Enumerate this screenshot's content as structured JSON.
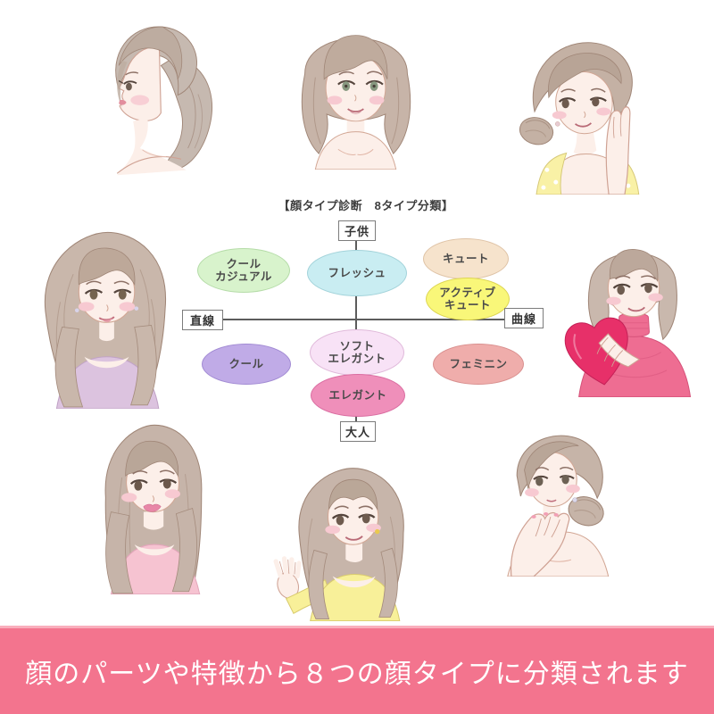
{
  "page": {
    "background": "#ffffff"
  },
  "illustrations": [
    {
      "name": "side-profile-ponytail-woman",
      "position": "top-left"
    },
    {
      "name": "bob-haircut-woman",
      "position": "top-center"
    },
    {
      "name": "updo-yellow-polkadot-top-woman",
      "position": "top-right"
    },
    {
      "name": "long-wavy-hair-lavender-top-woman",
      "position": "middle-left"
    },
    {
      "name": "bob-pink-sweater-holding-heart-woman",
      "position": "middle-right"
    },
    {
      "name": "long-straight-hair-pink-top-woman",
      "position": "bottom-left"
    },
    {
      "name": "wavy-hair-yellow-top-open-hand-woman",
      "position": "bottom-center"
    },
    {
      "name": "side-bun-hand-on-chin-woman",
      "position": "bottom-right"
    }
  ],
  "diagram": {
    "title": "【顔タイプ診断　8タイプ分類】",
    "axis_labels": {
      "top": "子供",
      "bottom": "大人",
      "left": "直線",
      "right": "曲線"
    },
    "axis_color": "#5c5c5c",
    "types": [
      {
        "id": "cool-casual",
        "lines": [
          "クール",
          "カジュアル"
        ],
        "fill": "#d8f3cc",
        "border": "#b5dca8"
      },
      {
        "id": "fresh",
        "lines": [
          "フレッシュ"
        ],
        "fill": "#c9edf2",
        "border": "#a3d3da"
      },
      {
        "id": "cute",
        "lines": [
          "キュート"
        ],
        "fill": "#f6e3cc",
        "border": "#dfc3a6"
      },
      {
        "id": "active-cute",
        "lines": [
          "アクティブ",
          "キュート"
        ],
        "fill": "#f9f779",
        "border": "#ddd552"
      },
      {
        "id": "cool",
        "lines": [
          "クール"
        ],
        "fill": "#c0abe7",
        "border": "#a18ad3"
      },
      {
        "id": "soft-elegant",
        "lines": [
          "ソフト",
          "エレガント"
        ],
        "fill": "#f8e2f6",
        "border": "#e0b9da"
      },
      {
        "id": "feminine",
        "lines": [
          "フェミニン"
        ],
        "fill": "#efadab",
        "border": "#d98f8e"
      },
      {
        "id": "elegant",
        "lines": [
          "エレガント"
        ],
        "fill": "#ef8fba",
        "border": "#da6da1"
      }
    ]
  },
  "banner": {
    "text": "顔のパーツや特徴から８つの顔タイプに分類されます",
    "bg_color": "#f3748e",
    "top_edge_color": "#f9aebc",
    "text_color": "#ffffff"
  }
}
